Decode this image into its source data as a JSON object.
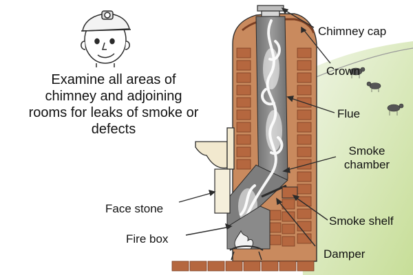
{
  "instruction": "Examine all areas of chimney and adjoining rooms for leaks of smoke or defects",
  "labels": {
    "chimney_cap": "Chimney cap",
    "crown": "Crown",
    "flue": "Flue",
    "smoke_chamber": "Smoke chamber",
    "smoke_shelf": "Smoke shelf",
    "damper": "Damper",
    "face_stone": "Face stone",
    "fire_box": "Fire box"
  },
  "colors": {
    "brick": "#b5673f",
    "brick_light": "#c98a5e",
    "mortar": "#e6d6bc",
    "flue": "#8a8a8a",
    "smoke": "#f4f4f4",
    "grass": "#cfe3a6",
    "sky": "#eef4e2",
    "cap": "#bdbdbd",
    "mantel": "#f2e9cf",
    "outline": "#2b2b2b"
  },
  "icons": [
    "worker-with-headlamp-icon",
    "cow-icon",
    "fire-icon"
  ]
}
